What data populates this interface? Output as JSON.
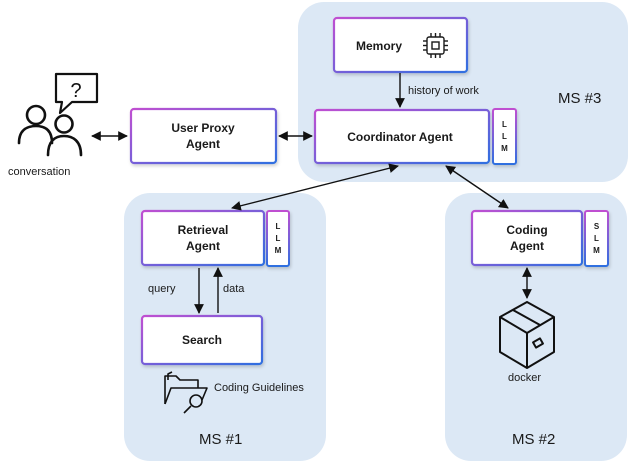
{
  "regions": {
    "ms3": "MS #3",
    "ms1": "MS #1",
    "ms2": "MS #2"
  },
  "boxes": {
    "memory": "Memory",
    "user_proxy": [
      "User Proxy",
      "Agent"
    ],
    "coordinator": "Coordinator Agent",
    "retrieval": [
      "Retrieval",
      "Agent"
    ],
    "search": "Search",
    "coding": [
      "Coding",
      "Agent"
    ]
  },
  "tags": {
    "coordinator": [
      "L",
      "L",
      "M"
    ],
    "retrieval": [
      "L",
      "L",
      "M"
    ],
    "coding": [
      "S",
      "L",
      "M"
    ]
  },
  "labels": {
    "conversation": "conversation",
    "history": "history of work",
    "query": "query",
    "data": "data",
    "guidelines": "Coding Guidelines",
    "docker": "docker",
    "question_mark": "?"
  },
  "icons": {
    "people": "people-icon",
    "chat": "speech-bubble-icon",
    "chip": "chip-icon",
    "folder": "folder-search-icon",
    "docker": "package-box-icon"
  },
  "colors": {
    "region_fill": "#dce8f5",
    "box_border_start": "#c04fd1",
    "box_border_end": "#2f6fe0",
    "arrow": "#111111"
  }
}
